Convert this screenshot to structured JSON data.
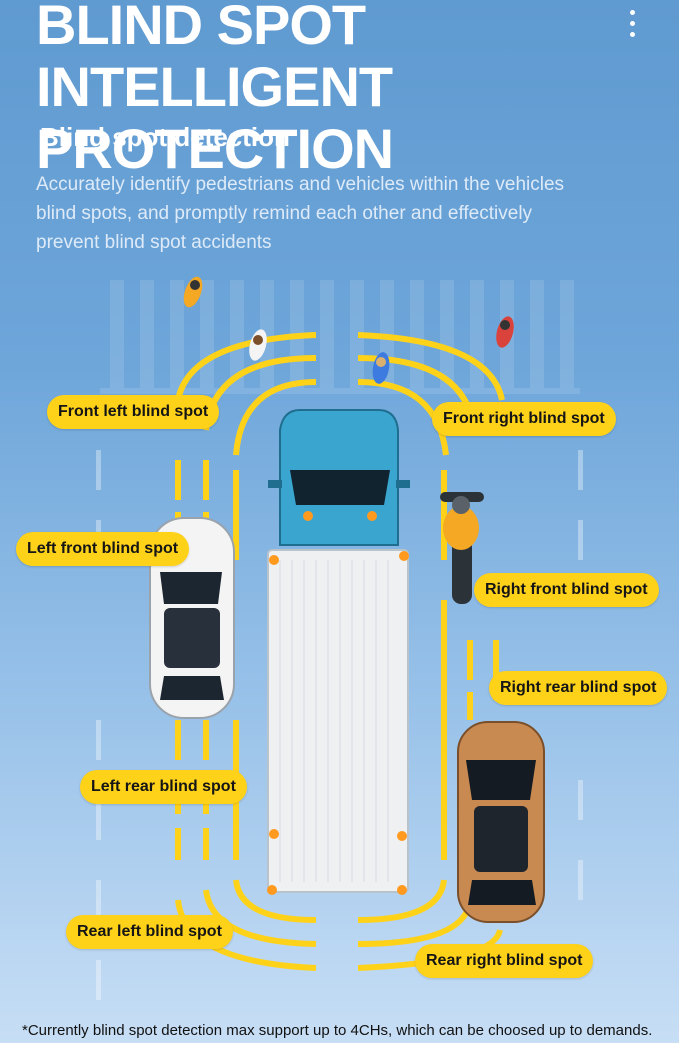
{
  "header": {
    "title": "BLIND SPOT INTELLIGENT PROTECTION",
    "subtitle": "Blind spot detection",
    "description": "Accurately identify pedestrians and vehicles within the vehicles blind spots, and promptly remind each other and effectively prevent blind spot accidents"
  },
  "labels": {
    "front_left": "Front left blind spot",
    "front_right": "Front right blind spot",
    "left_front": "Left front blind spot",
    "right_front": "Right front blind spot",
    "right_rear": "Right rear blind spot",
    "left_rear": "Left rear blind spot",
    "rear_left": "Rear left blind spot",
    "rear_right": "Rear right blind spot"
  },
  "footnote": "*Currently blind spot detection max support up to 4CHs, which can be choosed up to demands.",
  "icons": [
    "more-vertical-icon"
  ],
  "colors": {
    "background_top": "#5f9ad0",
    "background_bottom": "#c7def5",
    "zone_line": "#ffd21a",
    "label_bg": "#ffd21a",
    "truck_cab": "#3aa6cf",
    "truck_box": "#eef0f2",
    "left_car": "#f4f4f4",
    "right_car": "#c98a52",
    "indicator": "#ff9a1f"
  }
}
